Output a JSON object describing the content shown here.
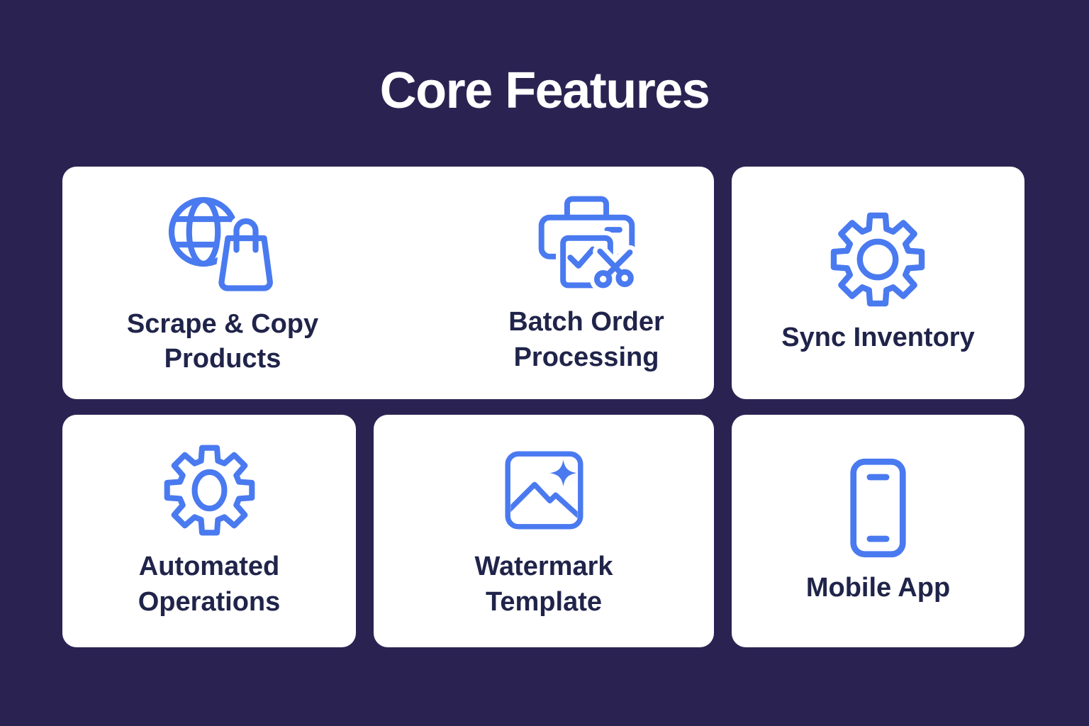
{
  "page": {
    "title": "Core Features",
    "colors": {
      "background": "#2a2352",
      "card": "#ffffff",
      "icon_accent": "#4a7af0",
      "label_text": "#20244a",
      "title_text": "#ffffff"
    }
  },
  "features": [
    {
      "id": "scrape-copy-products",
      "label": "Scrape & Copy Products",
      "icon": "globe-shopping-bag-icon"
    },
    {
      "id": "batch-order-processing",
      "label": "Batch Order Processing",
      "icon": "printer-order-cut-icon"
    },
    {
      "id": "sync-inventory",
      "label": "Sync Inventory",
      "icon": "gear-icon"
    },
    {
      "id": "automated-operations",
      "label": "Automated Operations",
      "icon": "gear-icon"
    },
    {
      "id": "watermark-template",
      "label": "Watermark Template",
      "icon": "image-sparkle-icon"
    },
    {
      "id": "mobile-app",
      "label": "Mobile App",
      "icon": "smartphone-icon"
    }
  ]
}
